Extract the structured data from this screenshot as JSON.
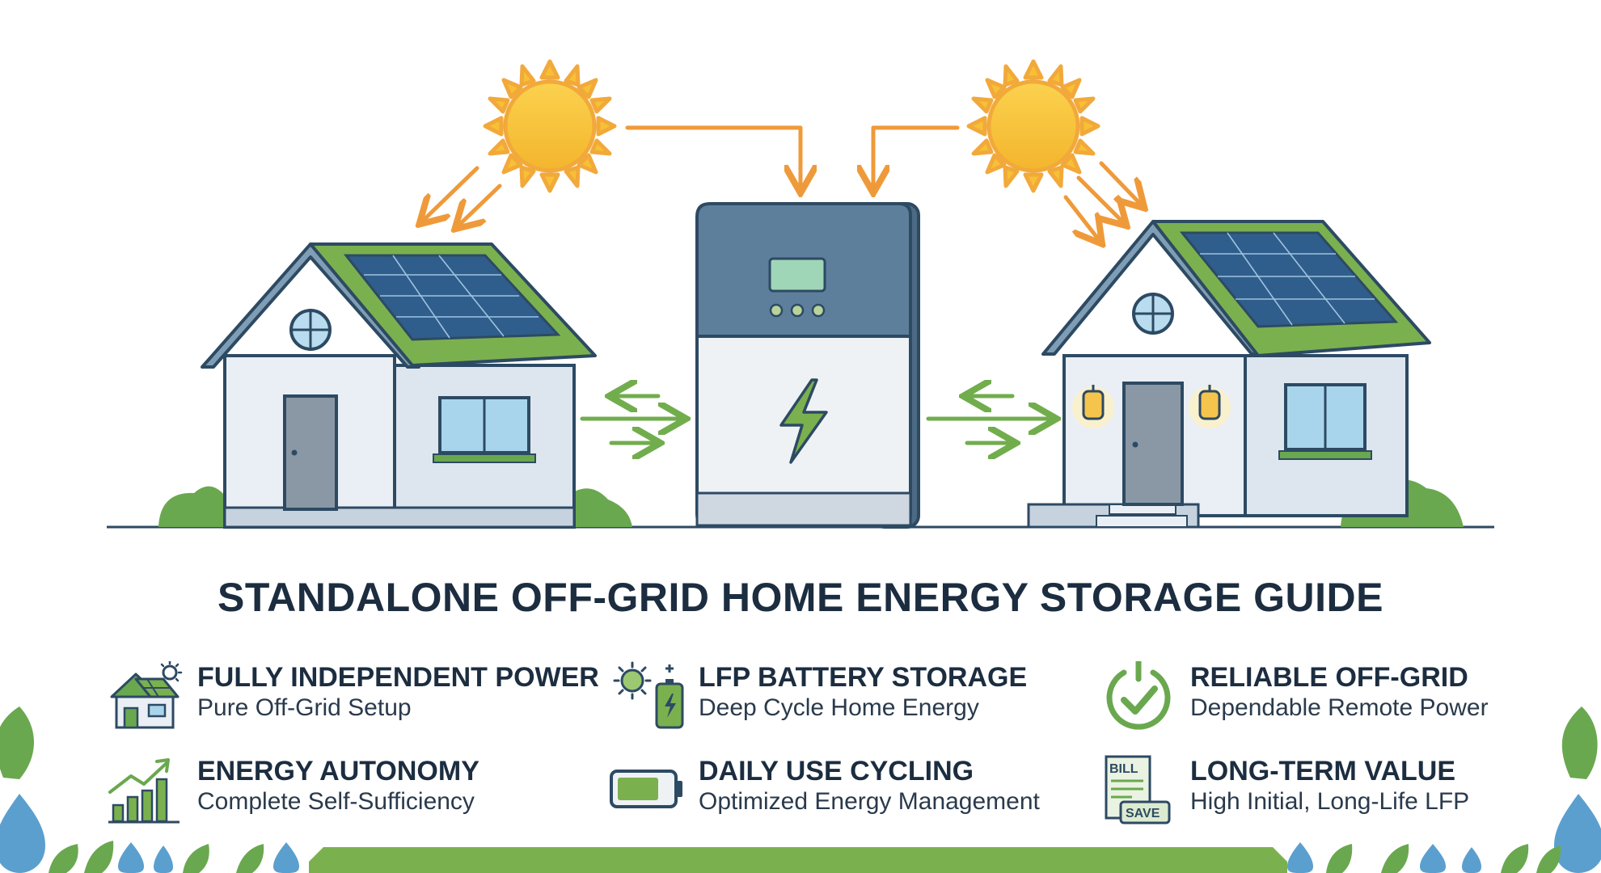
{
  "title": "STANDALONE OFF-GRID HOME ENERGY STORAGE GUIDE",
  "features": [
    {
      "heading": "FULLY INDEPENDENT POWER",
      "subheading": "Pure Off-Grid Setup",
      "icon": "solar-house-icon"
    },
    {
      "heading": "LFP BATTERY STORAGE",
      "subheading": "Deep Cycle Home Energy",
      "icon": "sun-battery-icon"
    },
    {
      "heading": "RELIABLE OFF-GRID",
      "subheading": "Dependable Remote Power",
      "icon": "power-check-icon"
    },
    {
      "heading": "ENERGY AUTONOMY",
      "subheading": "Complete Self-Sufficiency",
      "icon": "growth-chart-icon"
    },
    {
      "heading": "DAILY USE CYCLING",
      "subheading": "Optimized Energy Management",
      "icon": "battery-level-icon"
    },
    {
      "heading": "LONG-TERM VALUE",
      "subheading": "High Initial, Long-Life LFP",
      "icon": "bill-save-icon"
    }
  ],
  "icon_labels": {
    "bill": "BILL",
    "save": "SAVE"
  },
  "colors": {
    "navy": "#2d4a63",
    "sun": "#f7c035",
    "sun_ray": "#f2a93b",
    "arrow_orange": "#ef9a3a",
    "roof_green": "#7bb04f",
    "leaf_green": "#6aa84f",
    "house_wall": "#e9eff4",
    "water_blue": "#5b9fcf"
  }
}
